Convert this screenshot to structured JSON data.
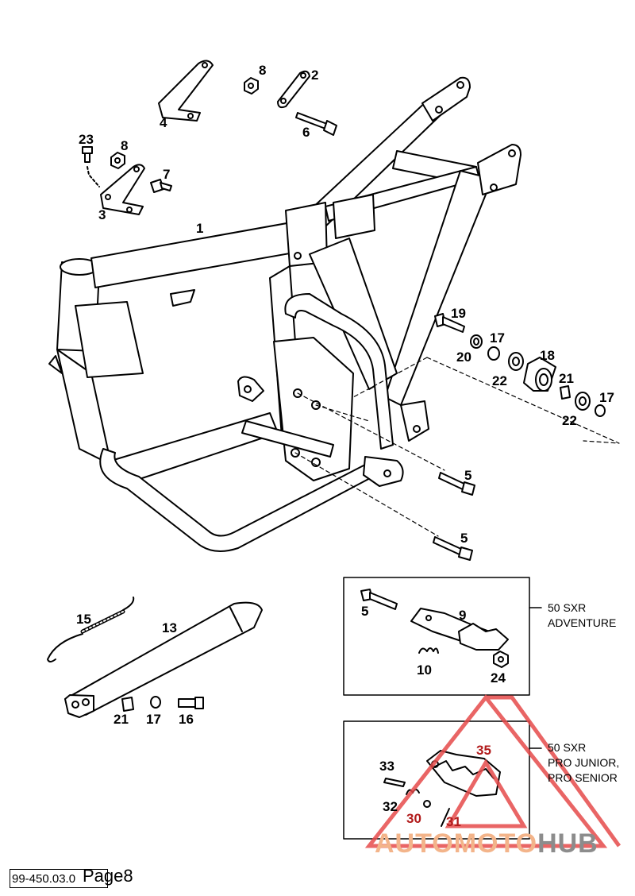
{
  "callouts": [
    {
      "id": "c1",
      "text": "1"
    },
    {
      "id": "c2",
      "text": "2"
    },
    {
      "id": "c3",
      "text": "3"
    },
    {
      "id": "c4",
      "text": "4"
    },
    {
      "id": "c5a",
      "text": "5"
    },
    {
      "id": "c5b",
      "text": "5"
    },
    {
      "id": "c5c",
      "text": "5"
    },
    {
      "id": "c6",
      "text": "6"
    },
    {
      "id": "c7",
      "text": "7"
    },
    {
      "id": "c8a",
      "text": "8"
    },
    {
      "id": "c8b",
      "text": "8"
    },
    {
      "id": "c9",
      "text": "9"
    },
    {
      "id": "c10",
      "text": "10"
    },
    {
      "id": "c13",
      "text": "13"
    },
    {
      "id": "c15",
      "text": "15"
    },
    {
      "id": "c16",
      "text": "16"
    },
    {
      "id": "c17a",
      "text": "17"
    },
    {
      "id": "c17b",
      "text": "17"
    },
    {
      "id": "c17c",
      "text": "17"
    },
    {
      "id": "c18",
      "text": "18"
    },
    {
      "id": "c19",
      "text": "19"
    },
    {
      "id": "c20",
      "text": "20"
    },
    {
      "id": "c21a",
      "text": "21"
    },
    {
      "id": "c21b",
      "text": "21"
    },
    {
      "id": "c22a",
      "text": "22"
    },
    {
      "id": "c22b",
      "text": "22"
    },
    {
      "id": "c23",
      "text": "23"
    },
    {
      "id": "c24",
      "text": "24"
    },
    {
      "id": "c30",
      "text": "30"
    },
    {
      "id": "c31",
      "text": "31"
    },
    {
      "id": "c32",
      "text": "32"
    },
    {
      "id": "c33",
      "text": "33"
    },
    {
      "id": "c35",
      "text": "35"
    }
  ],
  "variants": {
    "adventure": {
      "line1": "50 SXR",
      "line2": "ADVENTURE"
    },
    "pro": {
      "line1": "50 SXR",
      "line2": "PRO JUNIOR,",
      "line3": "PRO SENIOR"
    }
  },
  "footer": {
    "code": "99-450.03.0",
    "page": "Page8"
  },
  "watermark": {
    "part1": "AUTOMOTO",
    "part2": "HUB",
    "colors": {
      "red": "#e64b4b",
      "orange": "#f3b48a",
      "grey": "#8c8c8c"
    }
  }
}
